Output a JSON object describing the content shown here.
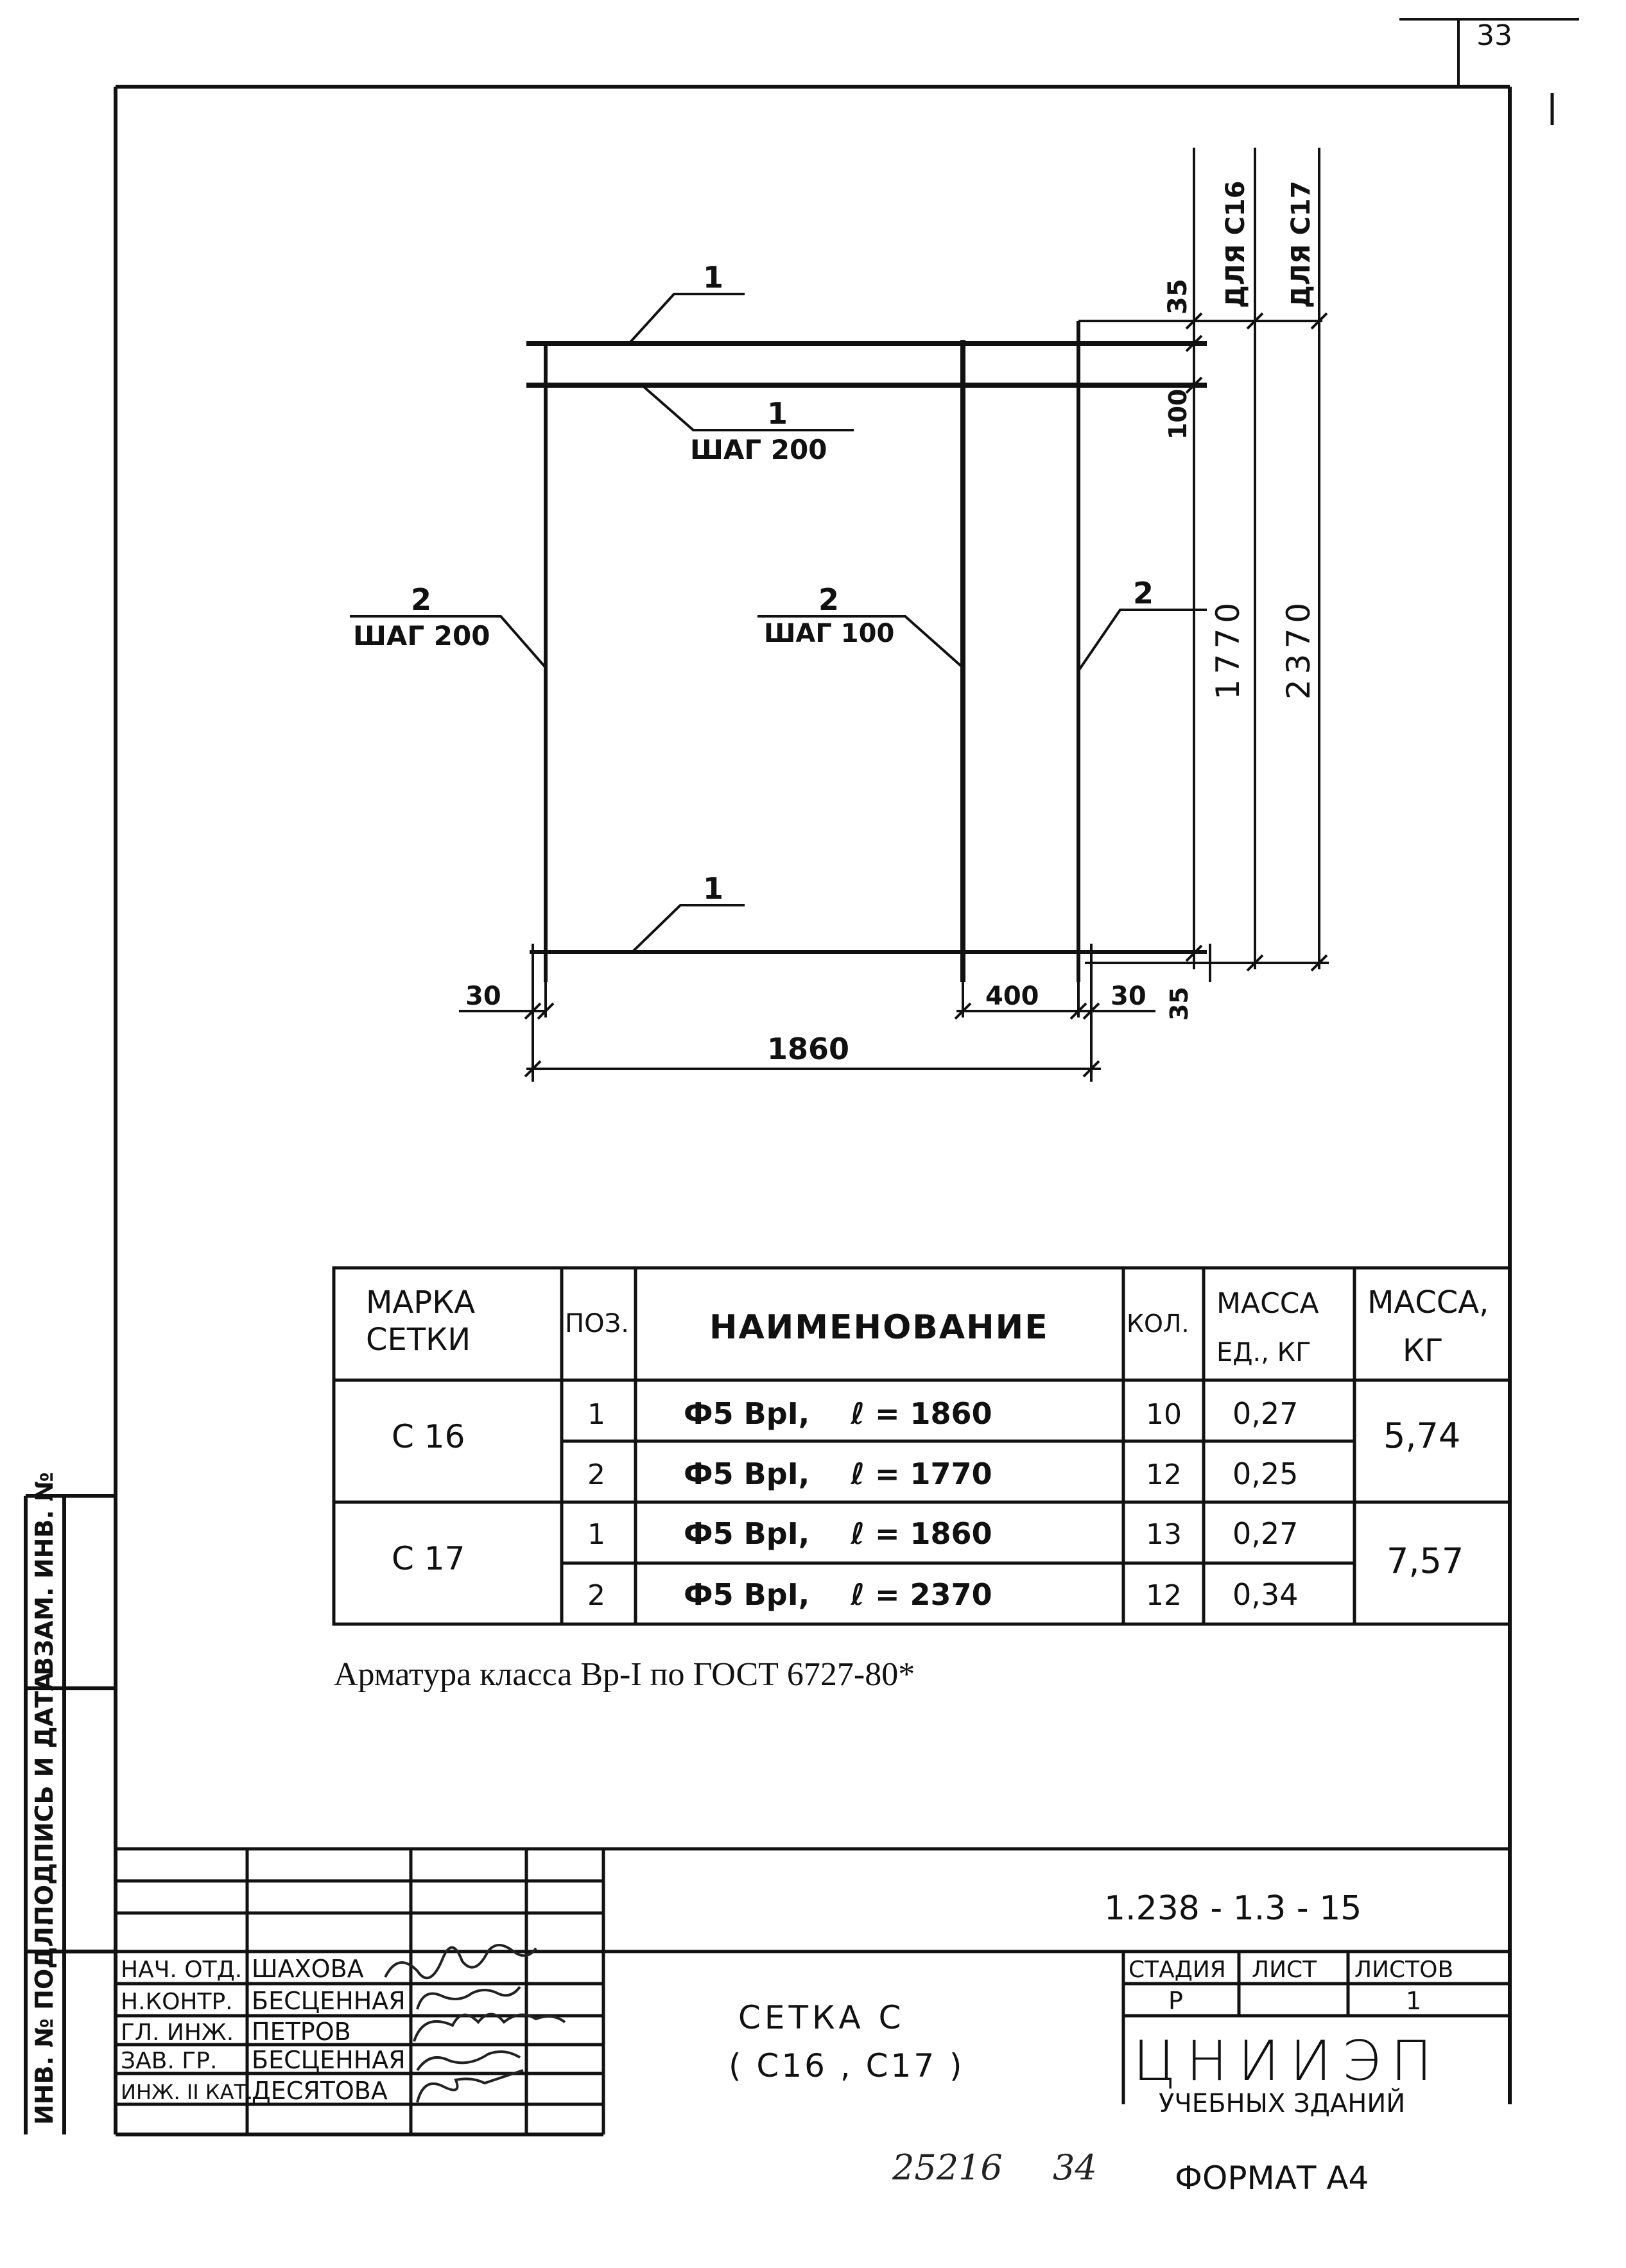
{
  "page_number": "33",
  "drawing": {
    "callouts": {
      "pos1_top": "1",
      "pos1_second": "1",
      "pos1_second_step": "ШАГ 200",
      "pos1_bottom": "1",
      "pos2_left": "2",
      "pos2_left_step": "ШАГ 200",
      "pos2_middle": "2",
      "pos2_middle_step": "ШАГ 100",
      "pos2_right": "2"
    },
    "dimensions": {
      "top_offset": "35",
      "top_spacing": "100",
      "height_c16": "1770",
      "height_c17": "2370",
      "label_c16": "ДЛЯ С16",
      "label_c17": "ДЛЯ С17",
      "left_overhang": "30",
      "right_span": "400",
      "right_overhang": "30",
      "bottom_offset": "35",
      "total_width": "1860"
    }
  },
  "table": {
    "headers": {
      "mark": "МАРКА СЕТКИ",
      "pos": "ПОЗ.",
      "name": "НАИМЕНОВАНИЕ",
      "qty": "КОЛ.",
      "unit_mass": "МАССА ЕД., КГ",
      "mass": "МАССА, КГ"
    },
    "groups": [
      {
        "mark": "С 16",
        "total_mass": "5,74",
        "rows": [
          {
            "pos": "1",
            "name": "Ф5 ВрI,    ℓ = 1860",
            "qty": "10",
            "unit_mass": "0,27"
          },
          {
            "pos": "2",
            "name": "Ф5 ВрI,    ℓ = 1770",
            "qty": "12",
            "unit_mass": "0,25"
          }
        ]
      },
      {
        "mark": "С 17",
        "total_mass": "7,57",
        "rows": [
          {
            "pos": "1",
            "name": "Ф5 ВрI,    ℓ = 1860",
            "qty": "13",
            "unit_mass": "0,27"
          },
          {
            "pos": "2",
            "name": "Ф5 ВрI,    ℓ = 2370",
            "qty": "12",
            "unit_mass": "0,34"
          }
        ]
      }
    ],
    "note": "Арматура класса Вр-I по ГОСТ 6727-80*"
  },
  "side_stamp": {
    "inv_original": "ИНВ. № ПОДЛ.",
    "sign_date": "ПОДПИСЬ И ДАТА",
    "replaces_inv": "ВЗАМ. ИНВ. №"
  },
  "title_block": {
    "document_code": "1.238 - 1.3 - 15",
    "title_line1": "СЕТКА С",
    "title_line2": "( С16 , С17 )",
    "stage_label": "СТАДИЯ",
    "sheet_label": "ЛИСТ",
    "sheets_label": "ЛИСТОВ",
    "stage_value": "Р",
    "sheet_value": "",
    "sheets_value": "1",
    "org_name": "ЦНИИЭП",
    "org_sub": "УЧЕБНЫХ ЗДАНИЙ",
    "people": [
      {
        "role": "НАЧ. ОТД.",
        "name": "ШАХОВА"
      },
      {
        "role": "Н.КОНТР.",
        "name": "БЕСЦЕННАЯ"
      },
      {
        "role": "ГЛ. ИНЖ.",
        "name": "ПЕТРОВ"
      },
      {
        "role": "ЗАВ. ГР.",
        "name": "БЕСЦЕННАЯ"
      },
      {
        "role": "ИНЖ. II КАТ.",
        "name": "ДЕСЯТОВА"
      }
    ]
  },
  "footer": {
    "archive_number": "25216",
    "archive_sheet": "34",
    "format": "ФОРМАТ А4"
  }
}
